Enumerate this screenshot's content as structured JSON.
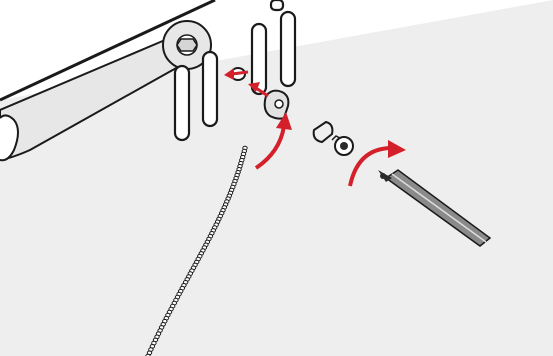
{
  "diagram": {
    "description_visible_text": "",
    "colors": {
      "background": "#ffffff",
      "line": "#1a1a1a",
      "panel": "#e8e8e8",
      "accent": "#d3202a",
      "tool_shaft": "#7a7a7a",
      "tool_grip": "#2b2b2b"
    },
    "parts": [
      {
        "id": "wrench",
        "icon": "wrench-icon"
      },
      {
        "id": "mounting-slots",
        "icon": "slot-icon"
      },
      {
        "id": "ring-washer",
        "icon": "washer-icon"
      },
      {
        "id": "cord-cleat",
        "icon": "cleat-icon"
      },
      {
        "id": "bead-chain",
        "icon": "bead-chain-icon"
      },
      {
        "id": "pin",
        "icon": "pin-icon"
      },
      {
        "id": "nut",
        "icon": "nut-icon"
      },
      {
        "id": "screwdriver",
        "icon": "screwdriver-icon"
      }
    ],
    "arrows": [
      {
        "id": "insert-washer",
        "type": "straight",
        "icon": "arrow-left-icon"
      },
      {
        "id": "insert-cleat",
        "type": "straight",
        "icon": "arrow-left-icon"
      },
      {
        "id": "rotate-cleat",
        "type": "curved",
        "icon": "curved-arrow-icon"
      },
      {
        "id": "turn-screwdriver",
        "type": "curved",
        "icon": "curved-arrow-icon"
      }
    ]
  }
}
